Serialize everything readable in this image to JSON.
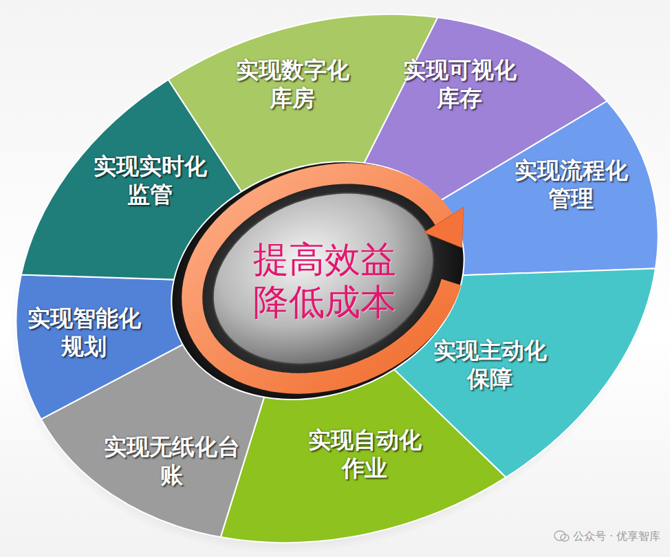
{
  "diagram": {
    "nodes": [
      {
        "text": [
          "实现数字化 库房"
        ]
      },
      {
        "text": [
          "实现可视化 库存"
        ]
      },
      {
        "text": [
          "实现流程化 管理"
        ]
      },
      {
        "text": [
          "实现主动化 保障"
        ]
      },
      {
        "text": [
          "实现自动化 作业"
        ]
      },
      {
        "text": [
          "实现无纸化台 账"
        ]
      },
      {
        "text": [
          "实现智能化 规划"
        ]
      },
      {
        "text": [
          "实现实时化 监管"
        ]
      },
      {
        "text": [
          "提高效益 降低成本"
        ]
      }
    ],
    "labels": [
      "公众号 · 优享智库"
    ]
  }
}
